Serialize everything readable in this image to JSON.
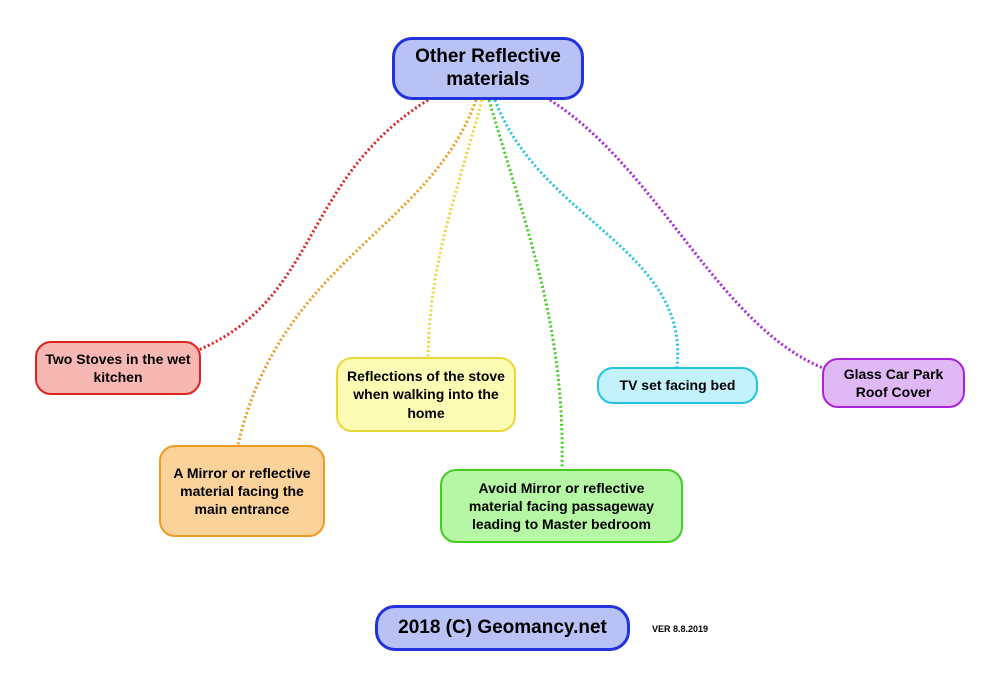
{
  "root": {
    "label": "Other Reflective materials"
  },
  "nodes": [
    {
      "label": "Two Stoves in the wet kitchen",
      "color": "#dd2222"
    },
    {
      "label": "A Mirror or reflective material facing the main entrance",
      "color": "#f09a22"
    },
    {
      "label": "Reflections of the stove when walking into the home",
      "color": "#e8d83a"
    },
    {
      "label": "Avoid Mirror or reflective material facing passageway leading to Master bedroom",
      "color": "#44cc22"
    },
    {
      "label": "TV set facing bed",
      "color": "#22c4e0"
    },
    {
      "label": "Glass Car Park Roof Cover",
      "color": "#aa22dd"
    }
  ],
  "footer": {
    "label": "2018 (C) Geomancy.net",
    "version": "VER 8.8.2019"
  }
}
